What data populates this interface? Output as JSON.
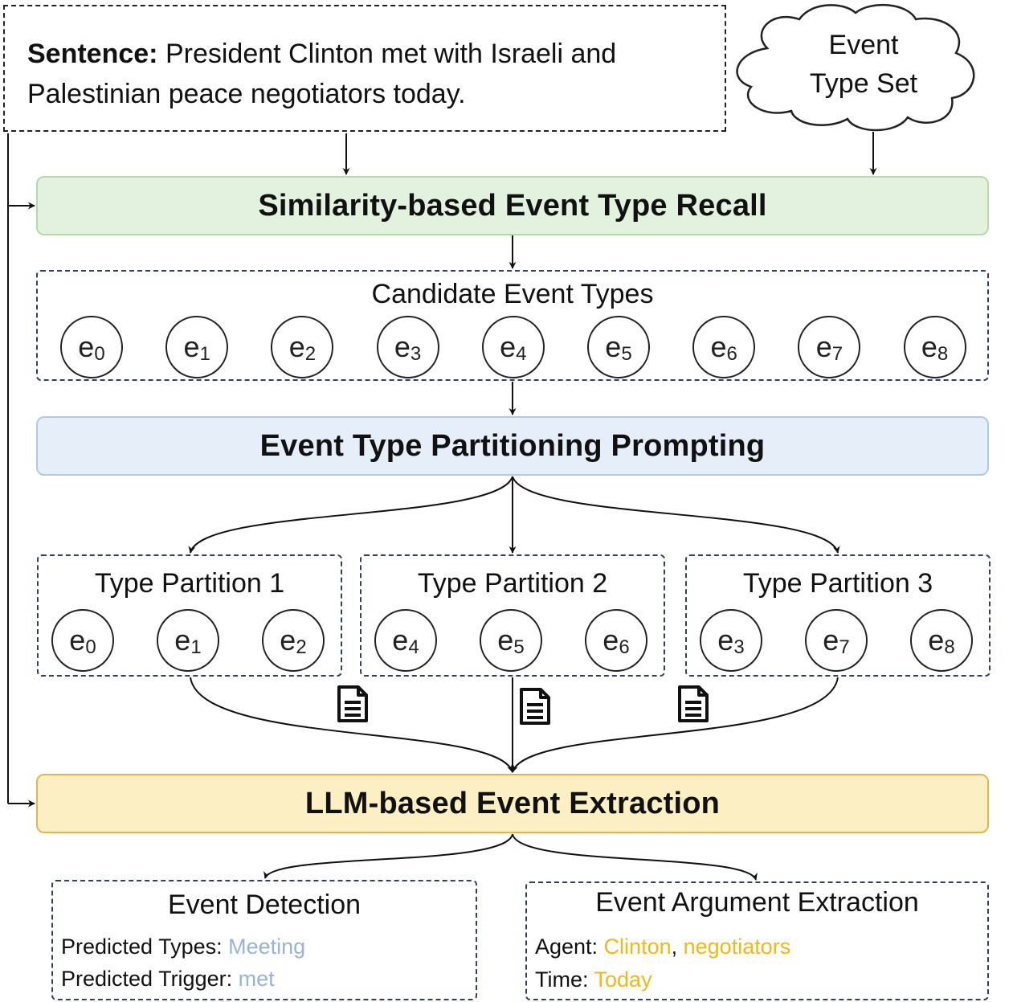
{
  "sentence": {
    "label": "Sentence:",
    "text": " President Clinton met with Israeli and Palestinian peace negotiators today."
  },
  "event_type_set": {
    "line1": "Event",
    "line2": "Type Set"
  },
  "stages": {
    "recall": "Similarity-based Event Type Recall",
    "partitioning": "Event Type Partitioning Prompting",
    "extraction": "LLM-based Event Extraction"
  },
  "candidates": {
    "title": "Candidate Event Types",
    "items": [
      {
        "base": "e",
        "sub": "0"
      },
      {
        "base": "e",
        "sub": "1"
      },
      {
        "base": "e",
        "sub": "2"
      },
      {
        "base": "e",
        "sub": "3"
      },
      {
        "base": "e",
        "sub": "4"
      },
      {
        "base": "e",
        "sub": "5"
      },
      {
        "base": "e",
        "sub": "6"
      },
      {
        "base": "e",
        "sub": "7"
      },
      {
        "base": "e",
        "sub": "8"
      }
    ]
  },
  "partitions": [
    {
      "title": "Type Partition 1",
      "items": [
        {
          "base": "e",
          "sub": "0"
        },
        {
          "base": "e",
          "sub": "1"
        },
        {
          "base": "e",
          "sub": "2"
        }
      ]
    },
    {
      "title": "Type Partition 2",
      "items": [
        {
          "base": "e",
          "sub": "4"
        },
        {
          "base": "e",
          "sub": "5"
        },
        {
          "base": "e",
          "sub": "6"
        }
      ]
    },
    {
      "title": "Type Partition 3",
      "items": [
        {
          "base": "e",
          "sub": "3"
        },
        {
          "base": "e",
          "sub": "7"
        },
        {
          "base": "e",
          "sub": "8"
        }
      ]
    }
  ],
  "detection": {
    "title": "Event Detection",
    "types_label": "Predicted Types: ",
    "types_value": "Meeting",
    "trigger_label": "Predicted Trigger: ",
    "trigger_value": "met"
  },
  "arguments": {
    "title": "Event Argument Extraction",
    "agent_label": "Agent: ",
    "agent_value1": "Clinton",
    "agent_sep": ", ",
    "agent_value2": "negotiators",
    "time_label": "Time: ",
    "time_value": "Today"
  },
  "colors": {
    "recall_fill": "#e3f1df",
    "partition_fill": "#e6eefa",
    "extraction_fill": "#fcefc4",
    "detection_value": "#9ab3d5",
    "argument_value": "#f0b81c"
  },
  "icons": [
    "cloud-icon",
    "document-icon"
  ]
}
